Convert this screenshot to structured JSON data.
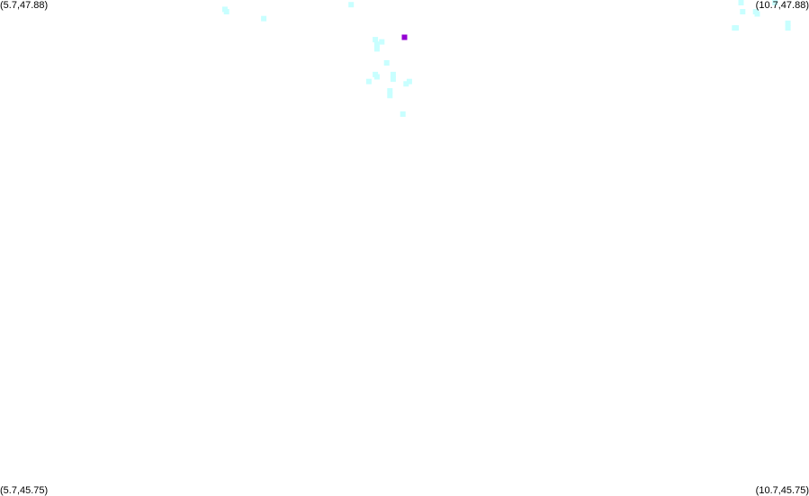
{
  "map": {
    "bounds": {
      "lon_min": 5.7,
      "lon_max": 10.7,
      "lat_min": 45.75,
      "lat_max": 47.88
    },
    "corner_labels": {
      "top_left": "(5.7,47.88)",
      "top_right": "(10.7,47.88)",
      "bottom_left": "(5.7,45.75)",
      "bottom_right": "(10.7,45.75)"
    },
    "colors": {
      "background": "#ffffff",
      "point": "#c8ffff",
      "highlight": "#9400d3"
    },
    "points": [
      {
        "lon": 7.09,
        "lat": 47.84
      },
      {
        "lon": 7.1,
        "lat": 47.83
      },
      {
        "lon": 7.33,
        "lat": 47.8
      },
      {
        "lon": 7.87,
        "lat": 47.86
      },
      {
        "lon": 8.02,
        "lat": 47.71
      },
      {
        "lon": 8.03,
        "lat": 47.69
      },
      {
        "lon": 8.06,
        "lat": 47.7
      },
      {
        "lon": 8.03,
        "lat": 47.67
      },
      {
        "lon": 8.09,
        "lat": 47.61
      },
      {
        "lon": 8.02,
        "lat": 47.56
      },
      {
        "lon": 8.03,
        "lat": 47.55
      },
      {
        "lon": 7.98,
        "lat": 47.53
      },
      {
        "lon": 8.13,
        "lat": 47.56
      },
      {
        "lon": 8.13,
        "lat": 47.54
      },
      {
        "lon": 8.23,
        "lat": 47.53
      },
      {
        "lon": 8.21,
        "lat": 47.52
      },
      {
        "lon": 8.11,
        "lat": 47.49
      },
      {
        "lon": 8.11,
        "lat": 47.47
      },
      {
        "lon": 8.19,
        "lat": 47.39
      },
      {
        "lon": 10.28,
        "lat": 47.87
      },
      {
        "lon": 10.29,
        "lat": 47.83
      },
      {
        "lon": 10.37,
        "lat": 47.83
      },
      {
        "lon": 10.38,
        "lat": 47.82
      },
      {
        "lon": 10.49,
        "lat": 47.87
      },
      {
        "lon": 10.24,
        "lat": 47.76
      },
      {
        "lon": 10.25,
        "lat": 47.76
      },
      {
        "lon": 10.57,
        "lat": 47.78
      },
      {
        "lon": 10.57,
        "lat": 47.76
      }
    ],
    "highlight_points": [
      {
        "lon": 8.2,
        "lat": 47.72
      }
    ]
  }
}
